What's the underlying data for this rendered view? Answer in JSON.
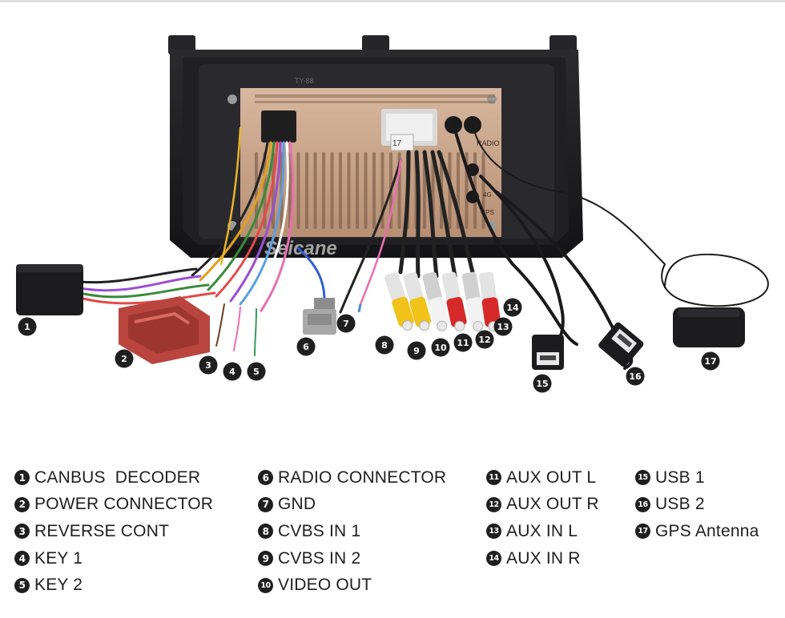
{
  "brand_watermark": "Seicane",
  "unit_labels": {
    "radio": "RADIO",
    "fourg": "4G",
    "gps": "GPS",
    "top_code": "TY-88",
    "tag": "17"
  },
  "markers": [
    "1",
    "2",
    "3",
    "4",
    "5",
    "6",
    "7",
    "8",
    "9",
    "10",
    "11",
    "12",
    "13",
    "14",
    "15",
    "16",
    "17"
  ],
  "legend": {
    "columns": [
      [
        {
          "num": "1",
          "label": "CANBUS  DECODER"
        },
        {
          "num": "2",
          "label": "POWER CONNECTOR"
        },
        {
          "num": "3",
          "label": "REVERSE CONT"
        },
        {
          "num": "4",
          "label": "KEY 1"
        },
        {
          "num": "5",
          "label": "KEY 2"
        }
      ],
      [
        {
          "num": "6",
          "label": "RADIO CONNECTOR"
        },
        {
          "num": "7",
          "label": "GND"
        },
        {
          "num": "8",
          "label": "CVBS IN 1"
        },
        {
          "num": "9",
          "label": "CVBS IN 2"
        },
        {
          "num": "10",
          "label": "VIDEO OUT"
        }
      ],
      [
        {
          "num": "11",
          "label": "AUX OUT L"
        },
        {
          "num": "12",
          "label": "AUX OUT R"
        },
        {
          "num": "13",
          "label": "AUX IN L"
        },
        {
          "num": "14",
          "label": "AUX IN R"
        }
      ],
      [
        {
          "num": "15",
          "label": "USB 1"
        },
        {
          "num": "16",
          "label": "USB 2"
        },
        {
          "num": "17",
          "label": "GPS Antenna"
        }
      ]
    ]
  },
  "colors": {
    "frame": "#1b1b1d",
    "panel": "#c9a58a",
    "connector": "#b9453e",
    "rca_yellow": "#f0c21a",
    "rca_white": "#f2f2f2",
    "rca_red": "#d62a2a"
  }
}
